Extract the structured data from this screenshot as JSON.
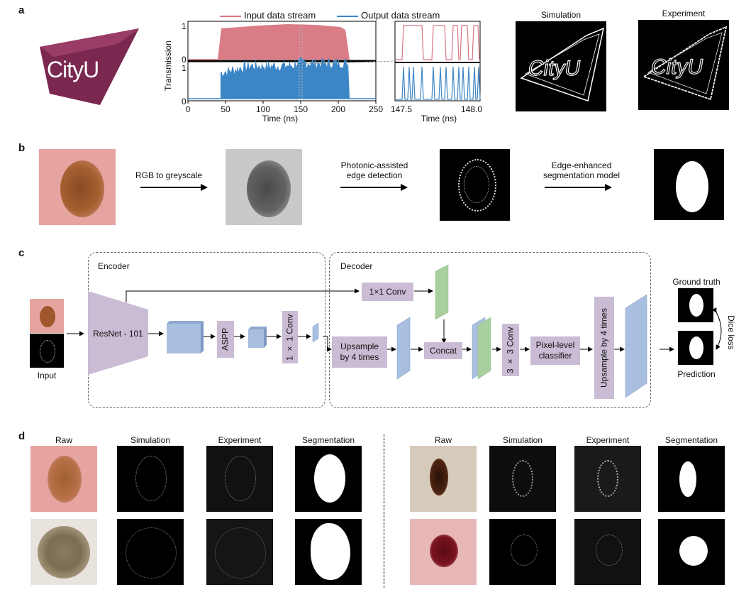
{
  "panels": {
    "a": "a",
    "b": "b",
    "c": "c",
    "d": "d"
  },
  "colors": {
    "input_stream": "#d77580",
    "output_stream": "#3d86c6",
    "purple_box": "#c9bcd4",
    "feature_blue": "#a8bfe0",
    "feature_green": "#a9cfa0"
  },
  "panel_a": {
    "logo_text": "CityU",
    "legend": {
      "input": "Input data stream",
      "output": "Output data stream"
    },
    "ylabel": "Transmission",
    "xlabel_main": "Time (ns)",
    "xlabel_zoom": "Time (ns)",
    "ytick_1": "1",
    "ytick_0": "0",
    "ytick_1b": "1",
    "ytick_0b": "0",
    "xticks_main": [
      "0",
      "50",
      "100",
      "150",
      "200",
      "250"
    ],
    "xticks_zoom": [
      "147.5",
      "148.0"
    ],
    "simulation_label": "Simulation",
    "experiment_label": "Experiment",
    "sim_img_text": "CityU",
    "exp_img_text": "CityU"
  },
  "panel_b": {
    "step1": "RGB to greyscale",
    "step2_line1": "Photonic-assisted",
    "step2_line2": "edge detection",
    "step3_line1": "Edge-enhanced",
    "step3_line2": "segmentation model"
  },
  "panel_c": {
    "encoder": "Encoder",
    "decoder": "Decoder",
    "input": "Input",
    "resnet": "ResNet - 101",
    "aspp": "ASPP",
    "conv1x1_enc": "1 × 1 Conv",
    "conv1x1_dec": "1×1 Conv",
    "upsample_line1": "Upsample",
    "upsample_line2": "by 4 times",
    "concat": "Concat",
    "conv3x3": "3 × 3 Conv",
    "classifier_line1": "Pixel-level",
    "classifier_line2": "classifier",
    "upsample4": "Upsample by 4 times",
    "ground_truth": "Ground truth",
    "prediction": "Prediction",
    "dice_loss": "Dice loss"
  },
  "panel_d": {
    "left_headers": [
      "Raw",
      "Simulation",
      "Experiment",
      "Segmentation"
    ],
    "right_headers": [
      "Raw",
      "Simulation",
      "Experiment",
      "Segmentation"
    ]
  }
}
